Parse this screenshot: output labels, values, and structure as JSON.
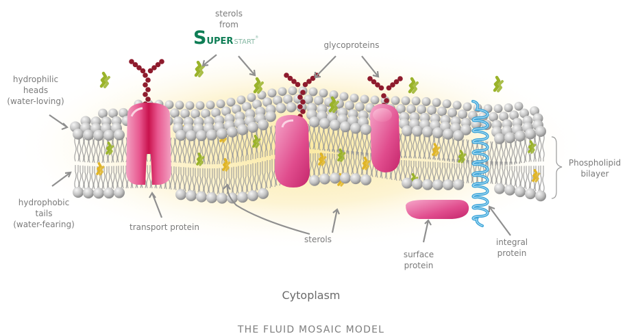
{
  "title": "THE FLUID MOSAIC MODEL",
  "region_label": "Cytoplasm",
  "brand": {
    "prefix": "sterols",
    "from": "from",
    "s": "S",
    "uper": "UPER",
    "start": "START",
    "reg": "®"
  },
  "labels": {
    "heads": [
      "hydrophilic",
      "heads",
      "(water-loving)"
    ],
    "tails": [
      "hydrophobic",
      "tails",
      "(water-fearing)"
    ],
    "glycoproteins": "glycoproteins",
    "transport_protein": "transport protein",
    "sterols": "sterols",
    "surface_protein": [
      "surface",
      "protein"
    ],
    "integral_protein": [
      "integral",
      "protein"
    ],
    "bilayer": [
      "Phospholipid",
      "bilayer"
    ]
  },
  "colors": {
    "glow": "#fbeaa0",
    "head": "#c4c4c4",
    "tail": "#9a9a9a",
    "protein_red": "#d81e5b",
    "protein_pink": "#ef7ab2",
    "carbohydrate": "#8e1b2d",
    "sterol_green": "#9ab32a",
    "sterol_yellow": "#e0b527",
    "helix": "#3aa3d8",
    "brand_green": "#0e7d55",
    "label_gray": "#7a7a7a",
    "arrow_gray": "#8f8f8f"
  }
}
